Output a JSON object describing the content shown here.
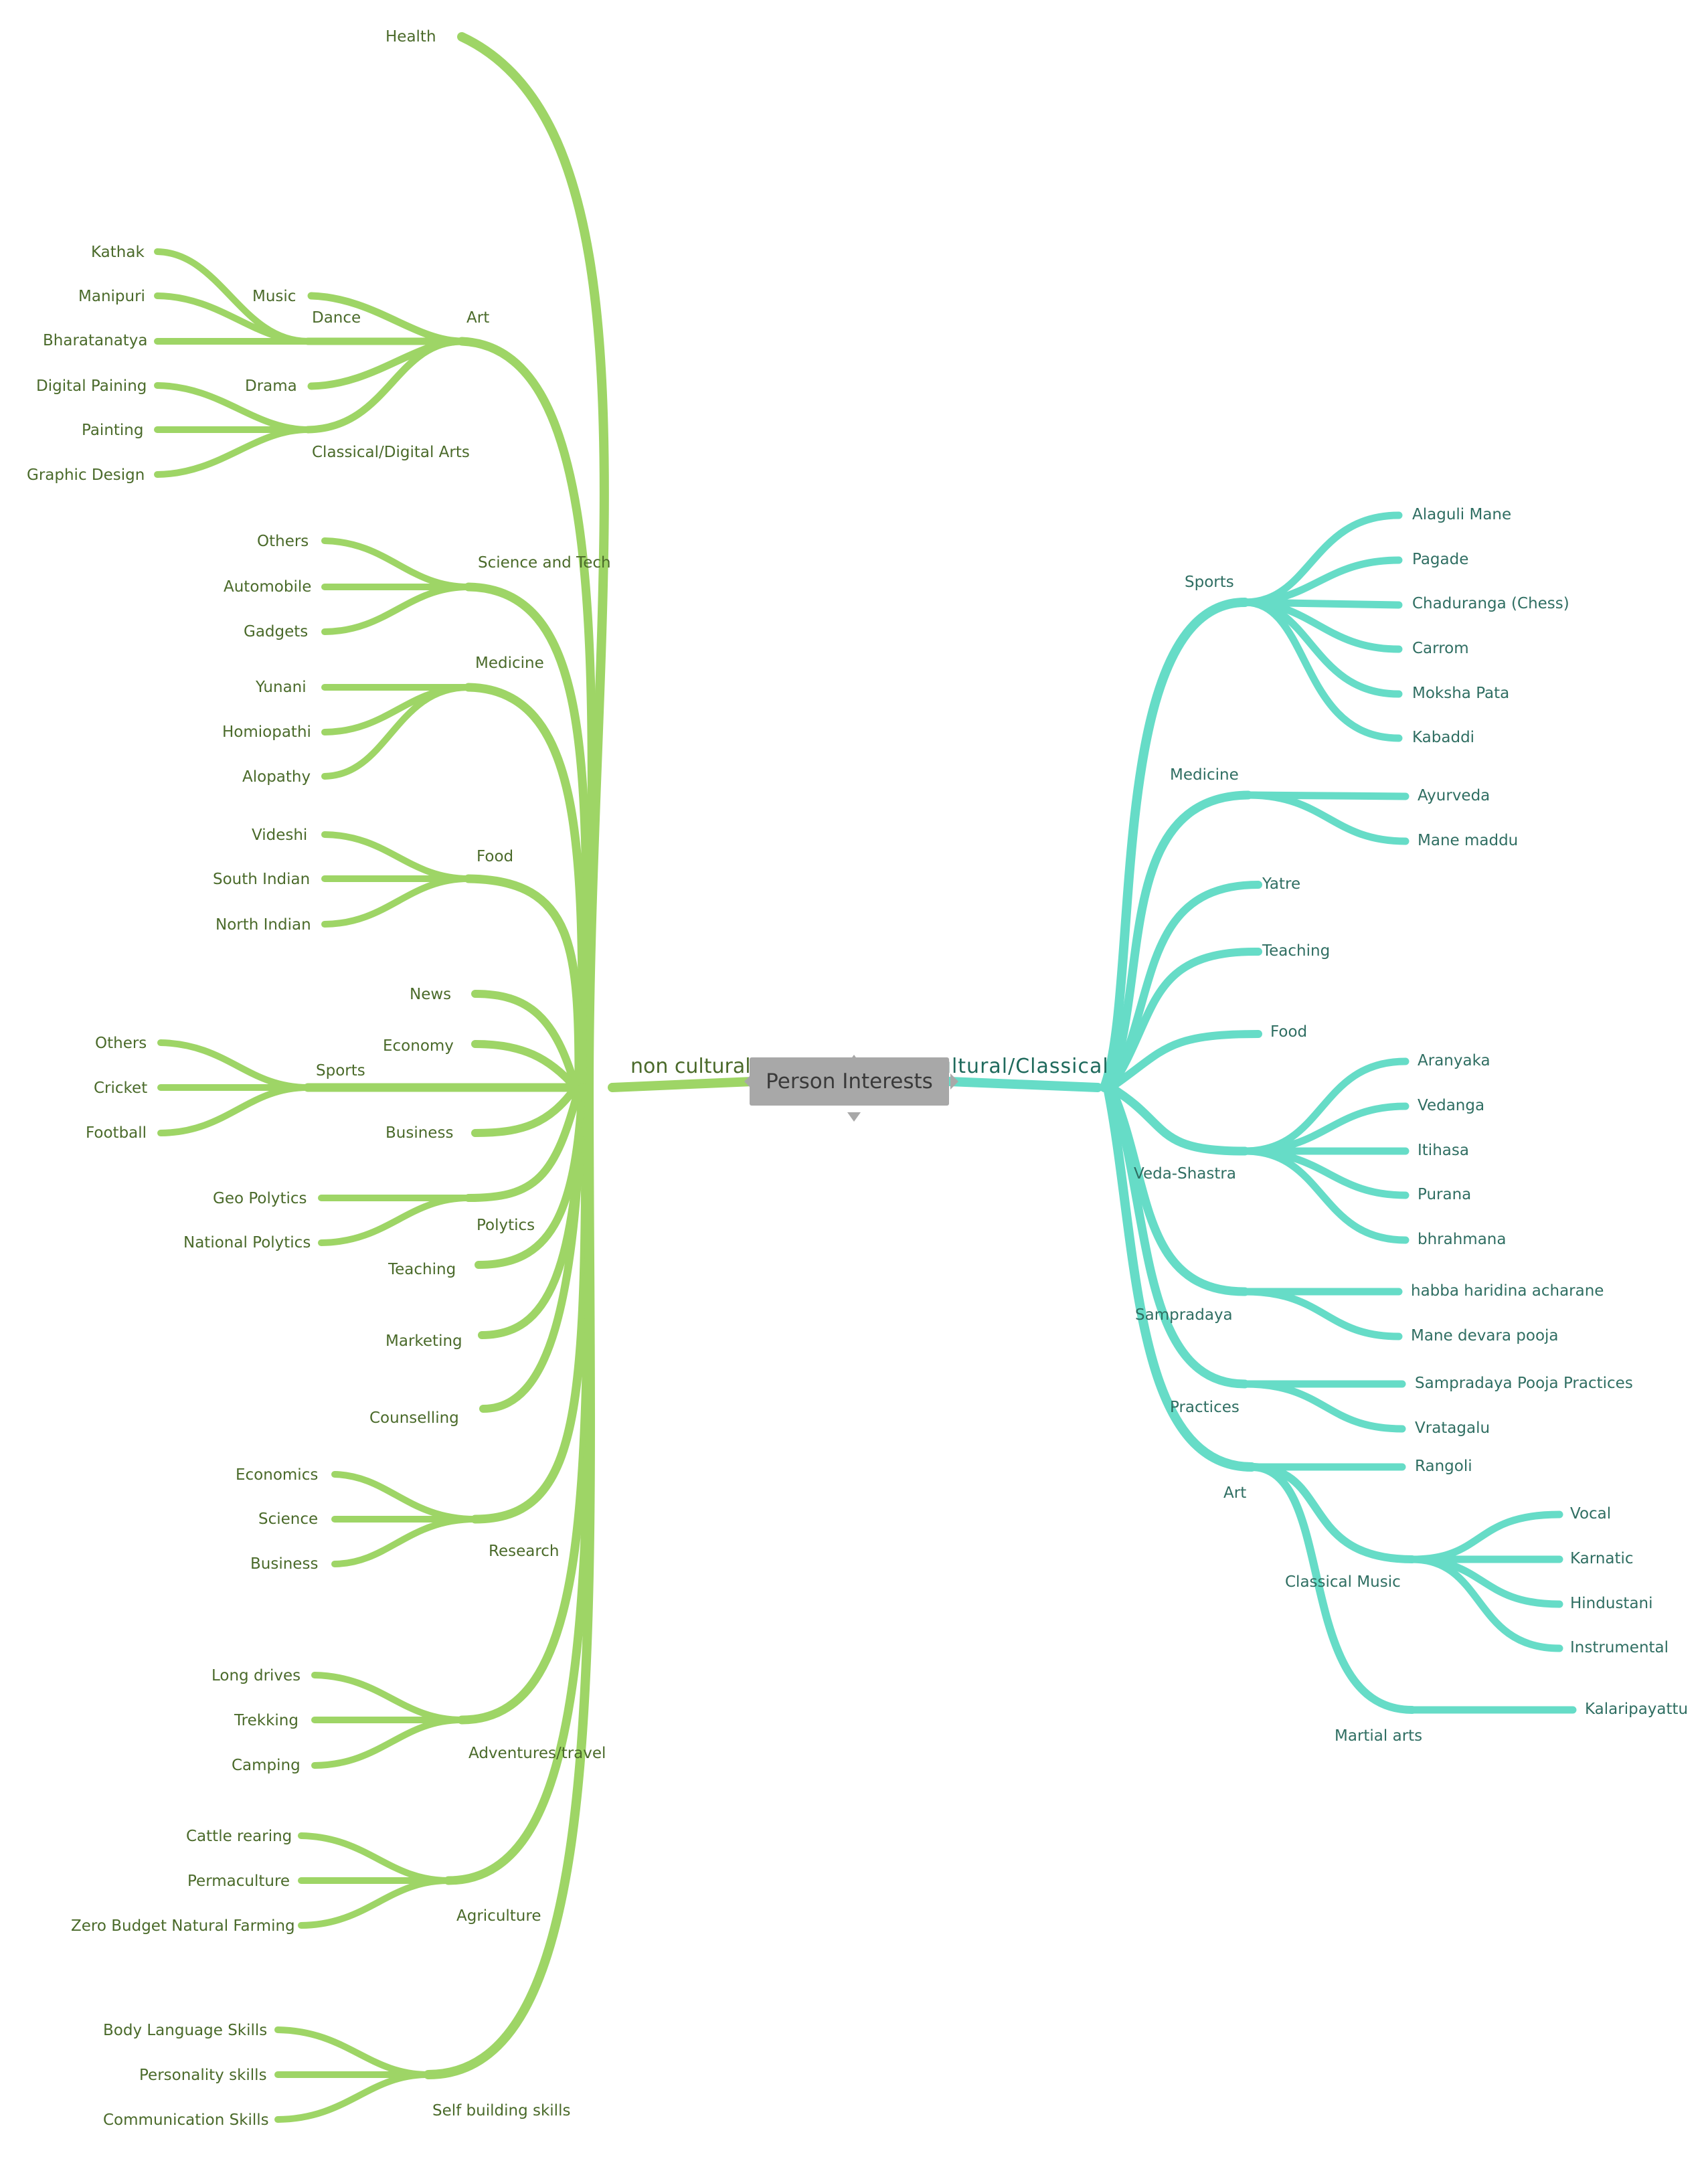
{
  "center": "Person Interests",
  "colors": {
    "left": "#9ed566",
    "right": "#66dcc7",
    "center": "#a8a8a8"
  },
  "left": {
    "label": "non cultural",
    "branches": {
      "health": "Health",
      "art": "Art",
      "music": "Music",
      "dance": "Dance",
      "kathak": "Kathak",
      "manipuri": "Manipuri",
      "bharatanatya": "Bharatanatya",
      "drama": "Drama",
      "classical_digital_arts": "Classical/Digital   Arts",
      "digital_paining": "Digital Paining",
      "painting": "Painting",
      "graphic_design": "Graphic Design",
      "science_tech": "Science and   Tech",
      "sci_others": "Others",
      "automobile": "Automobile",
      "gadgets": "Gadgets",
      "medicine": "Medicine",
      "yunani": "Yunani",
      "homiopathi": "Homiopathi",
      "alopathy": "Alopathy",
      "food": "Food",
      "videshi": "Videshi",
      "south_indian": "South Indian",
      "north_indian": "North Indian",
      "news": "News",
      "economy": "Economy",
      "sports": "Sports",
      "sp_others": "Others",
      "cricket": "Cricket",
      "football": "Football",
      "business": "Business",
      "polytics": "Polytics",
      "geo_polytics": "Geo Polytics",
      "national_polytics": "National Polytics",
      "teaching": "Teaching",
      "marketing": "Marketing",
      "counselling": "Counselling",
      "research": "Research",
      "economics": "Economics",
      "science": "Science",
      "res_business": "Business",
      "adventures": "Adventures/travel",
      "long_drives": "Long drives",
      "trekking": "Trekking",
      "camping": "Camping",
      "agriculture": "Agriculture",
      "cattle": "Cattle rearing",
      "permaculture": "Permaculture",
      "zbnf": "Zero Budget Natural Farming",
      "self_building": "Self building skills",
      "body_language": "Body Language Skills",
      "personality": "Personality skills",
      "communication": "Communication Skills"
    }
  },
  "right": {
    "label": "Cultural/Classical",
    "branches": {
      "sports": "Sports",
      "alaguli": "Alaguli Mane",
      "pagade": "Pagade",
      "chaduranga": "Chaduranga (Chess)",
      "carrom": "Carrom",
      "moksha": "Moksha Pata",
      "kabaddi": "Kabaddi",
      "medicine": "Medicine",
      "ayurveda": "Ayurveda",
      "mane_maddu": "Mane maddu",
      "yatre": "Yatre",
      "teaching": "Teaching",
      "food": "Food",
      "veda": "Veda-Shastra",
      "aranyaka": "Aranyaka",
      "vedanga": "Vedanga",
      "itihasa": "Itihasa",
      "purana": "Purana",
      "bhrahmana": "bhrahmana",
      "sampradaya": "Sampradaya",
      "habba": "habba haridina acharane",
      "mane_devara": "Mane devara pooja",
      "practices": "Practices",
      "sampradaya_pooja": "Sampradaya Pooja Practices",
      "vratagalu": "Vratagalu",
      "art": "Art",
      "rangoli": "Rangoli",
      "classical_music": "Classical Music",
      "vocal": "Vocal",
      "karnatic": "Karnatic",
      "hindustani": "Hindustani",
      "instrumental": "Instrumental",
      "martial": "Martial arts",
      "kalari": "Kalaripayattu"
    }
  }
}
